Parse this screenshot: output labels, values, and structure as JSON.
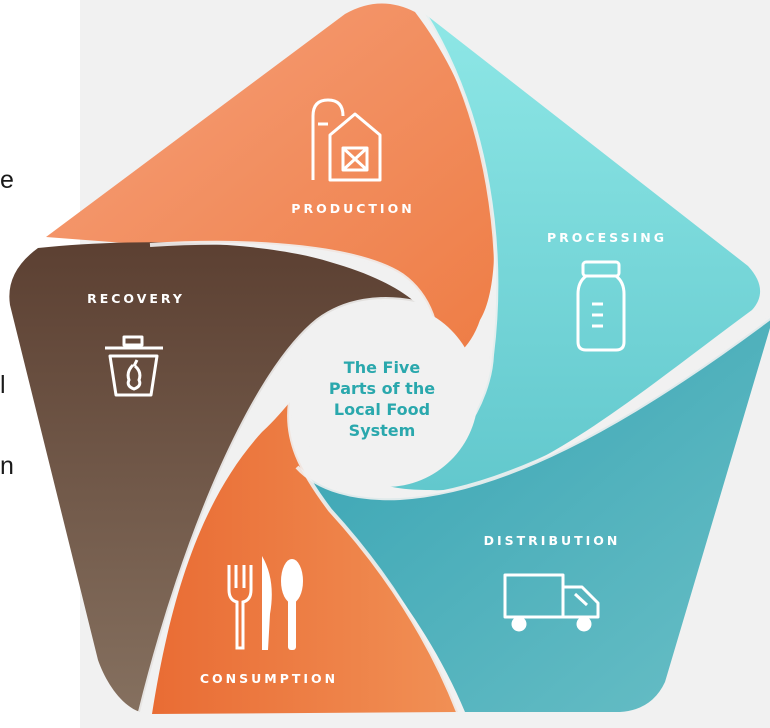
{
  "left_text_fragments": [
    "e",
    "l",
    "n"
  ],
  "diagram": {
    "center_lines": [
      "The Five",
      "Parts of the",
      "Local Food",
      "System"
    ],
    "segments": [
      {
        "label": "PRODUCTION",
        "icon": "barn-icon"
      },
      {
        "label": "PROCESSING",
        "icon": "jar-icon"
      },
      {
        "label": "DISTRIBUTION",
        "icon": "truck-icon"
      },
      {
        "label": "CONSUMPTION",
        "icon": "utensils-icon"
      },
      {
        "label": "RECOVERY",
        "icon": "trash-can-icon"
      }
    ],
    "colors": {
      "production": "#f08a5d",
      "processing": "#7fdcdc",
      "distribution": "#3ea9b6",
      "consumption": "#ee7a3e",
      "recovery": "#6b4d3d",
      "center_text": "#2aa8ad",
      "background": "#f1f1f1"
    }
  }
}
